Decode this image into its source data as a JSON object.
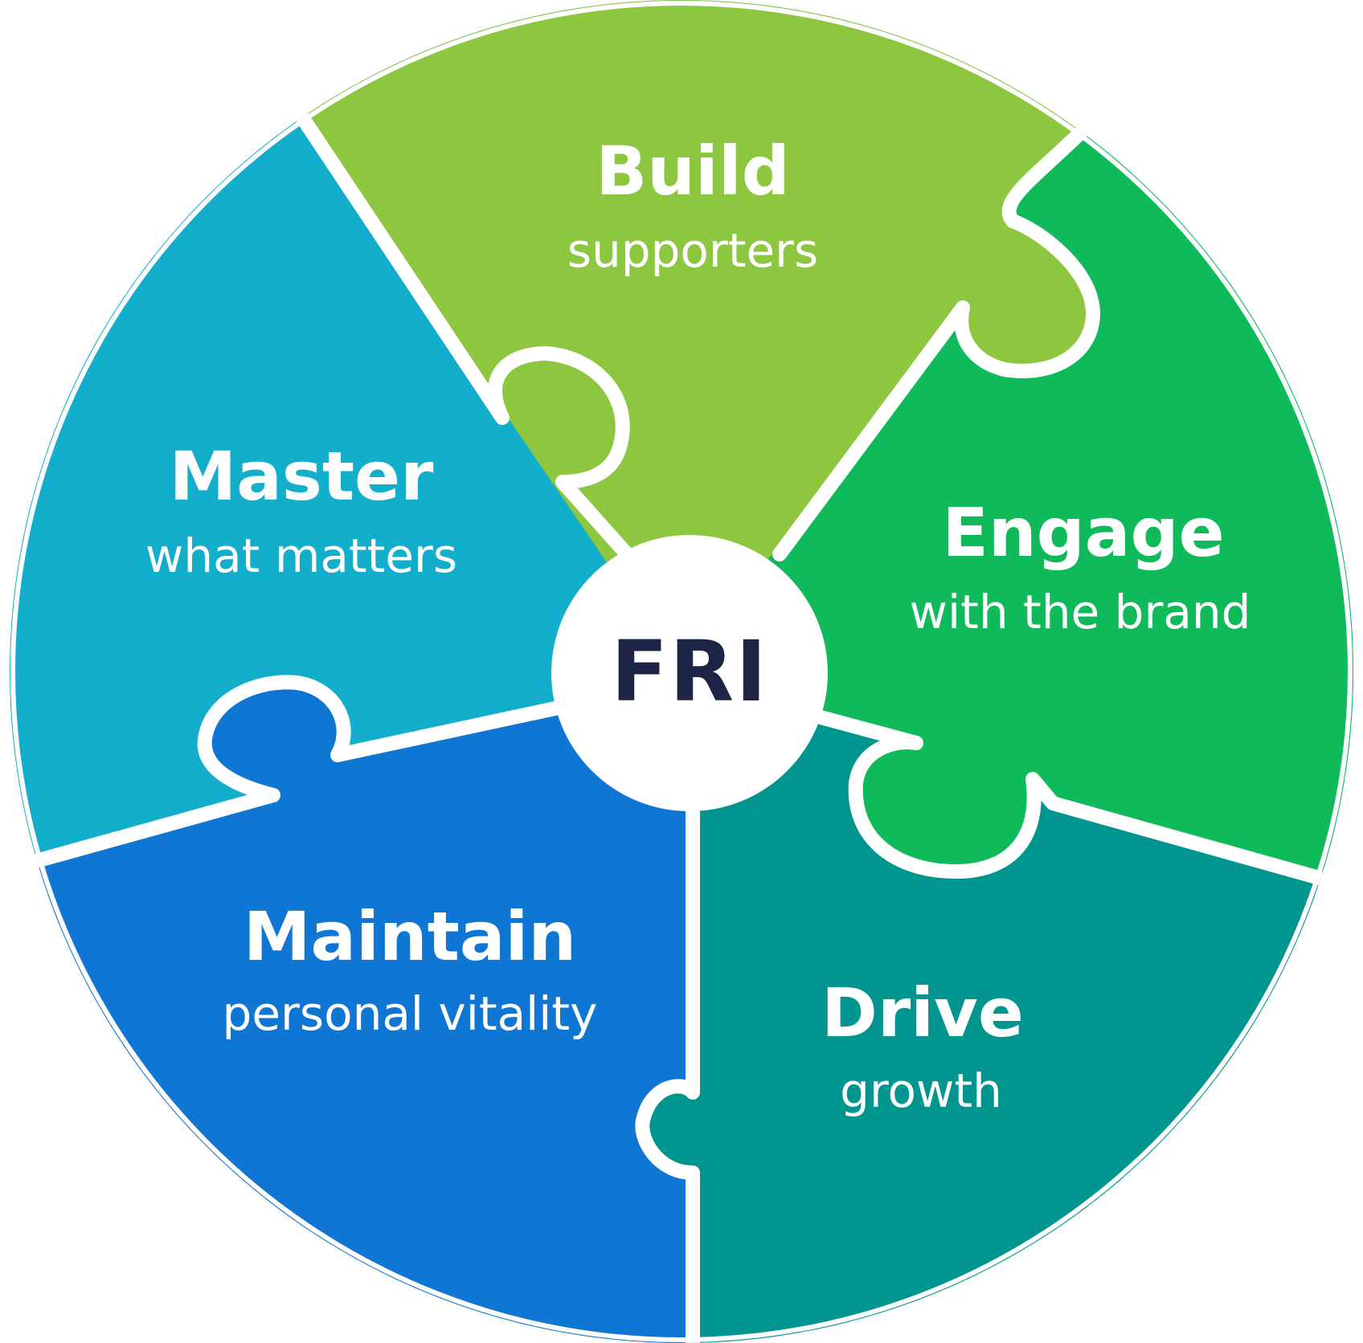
{
  "segments": [
    {
      "id": "build",
      "title": "Build",
      "subtitle": "supporters",
      "color": "#8dc63f"
    },
    {
      "id": "engage",
      "title": "Engage",
      "subtitle": "with the brand",
      "color": "#0fba5a"
    },
    {
      "id": "drive",
      "title": "Drive",
      "subtitle": "growth",
      "color": "#01958f"
    },
    {
      "id": "maintain",
      "title": "Maintain",
      "subtitle": "personal vitality",
      "color": "#1076d3"
    },
    {
      "id": "master",
      "title": "Master",
      "subtitle": "what matters",
      "color": "#13aecb"
    }
  ],
  "center": {
    "logo_text": "FRI",
    "logo_color": "#1d2547",
    "background": "#ffffff"
  },
  "separator_color": "#ffffff"
}
